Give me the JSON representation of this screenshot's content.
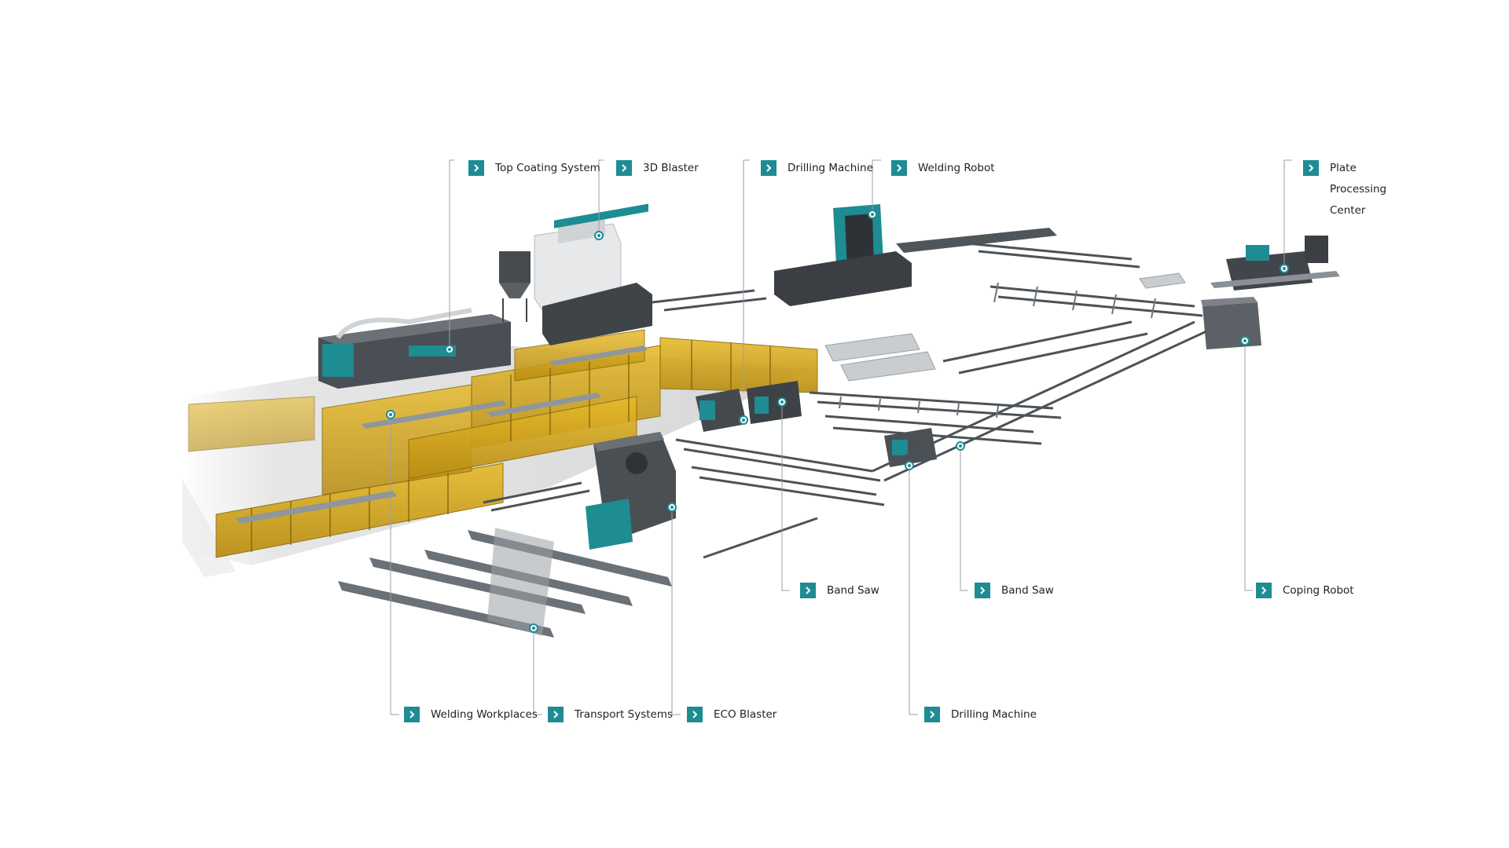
{
  "accent_color": "#1e8c93",
  "barrier_color": "#e0b21f",
  "machine_color": "#3b3f44",
  "labels": {
    "top_coating_system": "Top Coating System",
    "blaster_3d": "3D Blaster",
    "drilling_machine_top": "Drilling Machine",
    "welding_robot": "Welding Robot",
    "plate_processing_center": "Plate\nProcessing\nCenter",
    "band_saw_1": "Band Saw",
    "band_saw_2": "Band Saw",
    "coping_robot": "Coping Robot",
    "welding_workplaces": "Welding Workplaces",
    "transport_systems": "Transport Systems",
    "eco_blaster": "ECO Blaster",
    "drilling_machine_bottom": "Drilling Machine"
  },
  "icons": {
    "label_arrow": "chevron-right-icon",
    "hotspot": "hotspot-dot-icon"
  }
}
